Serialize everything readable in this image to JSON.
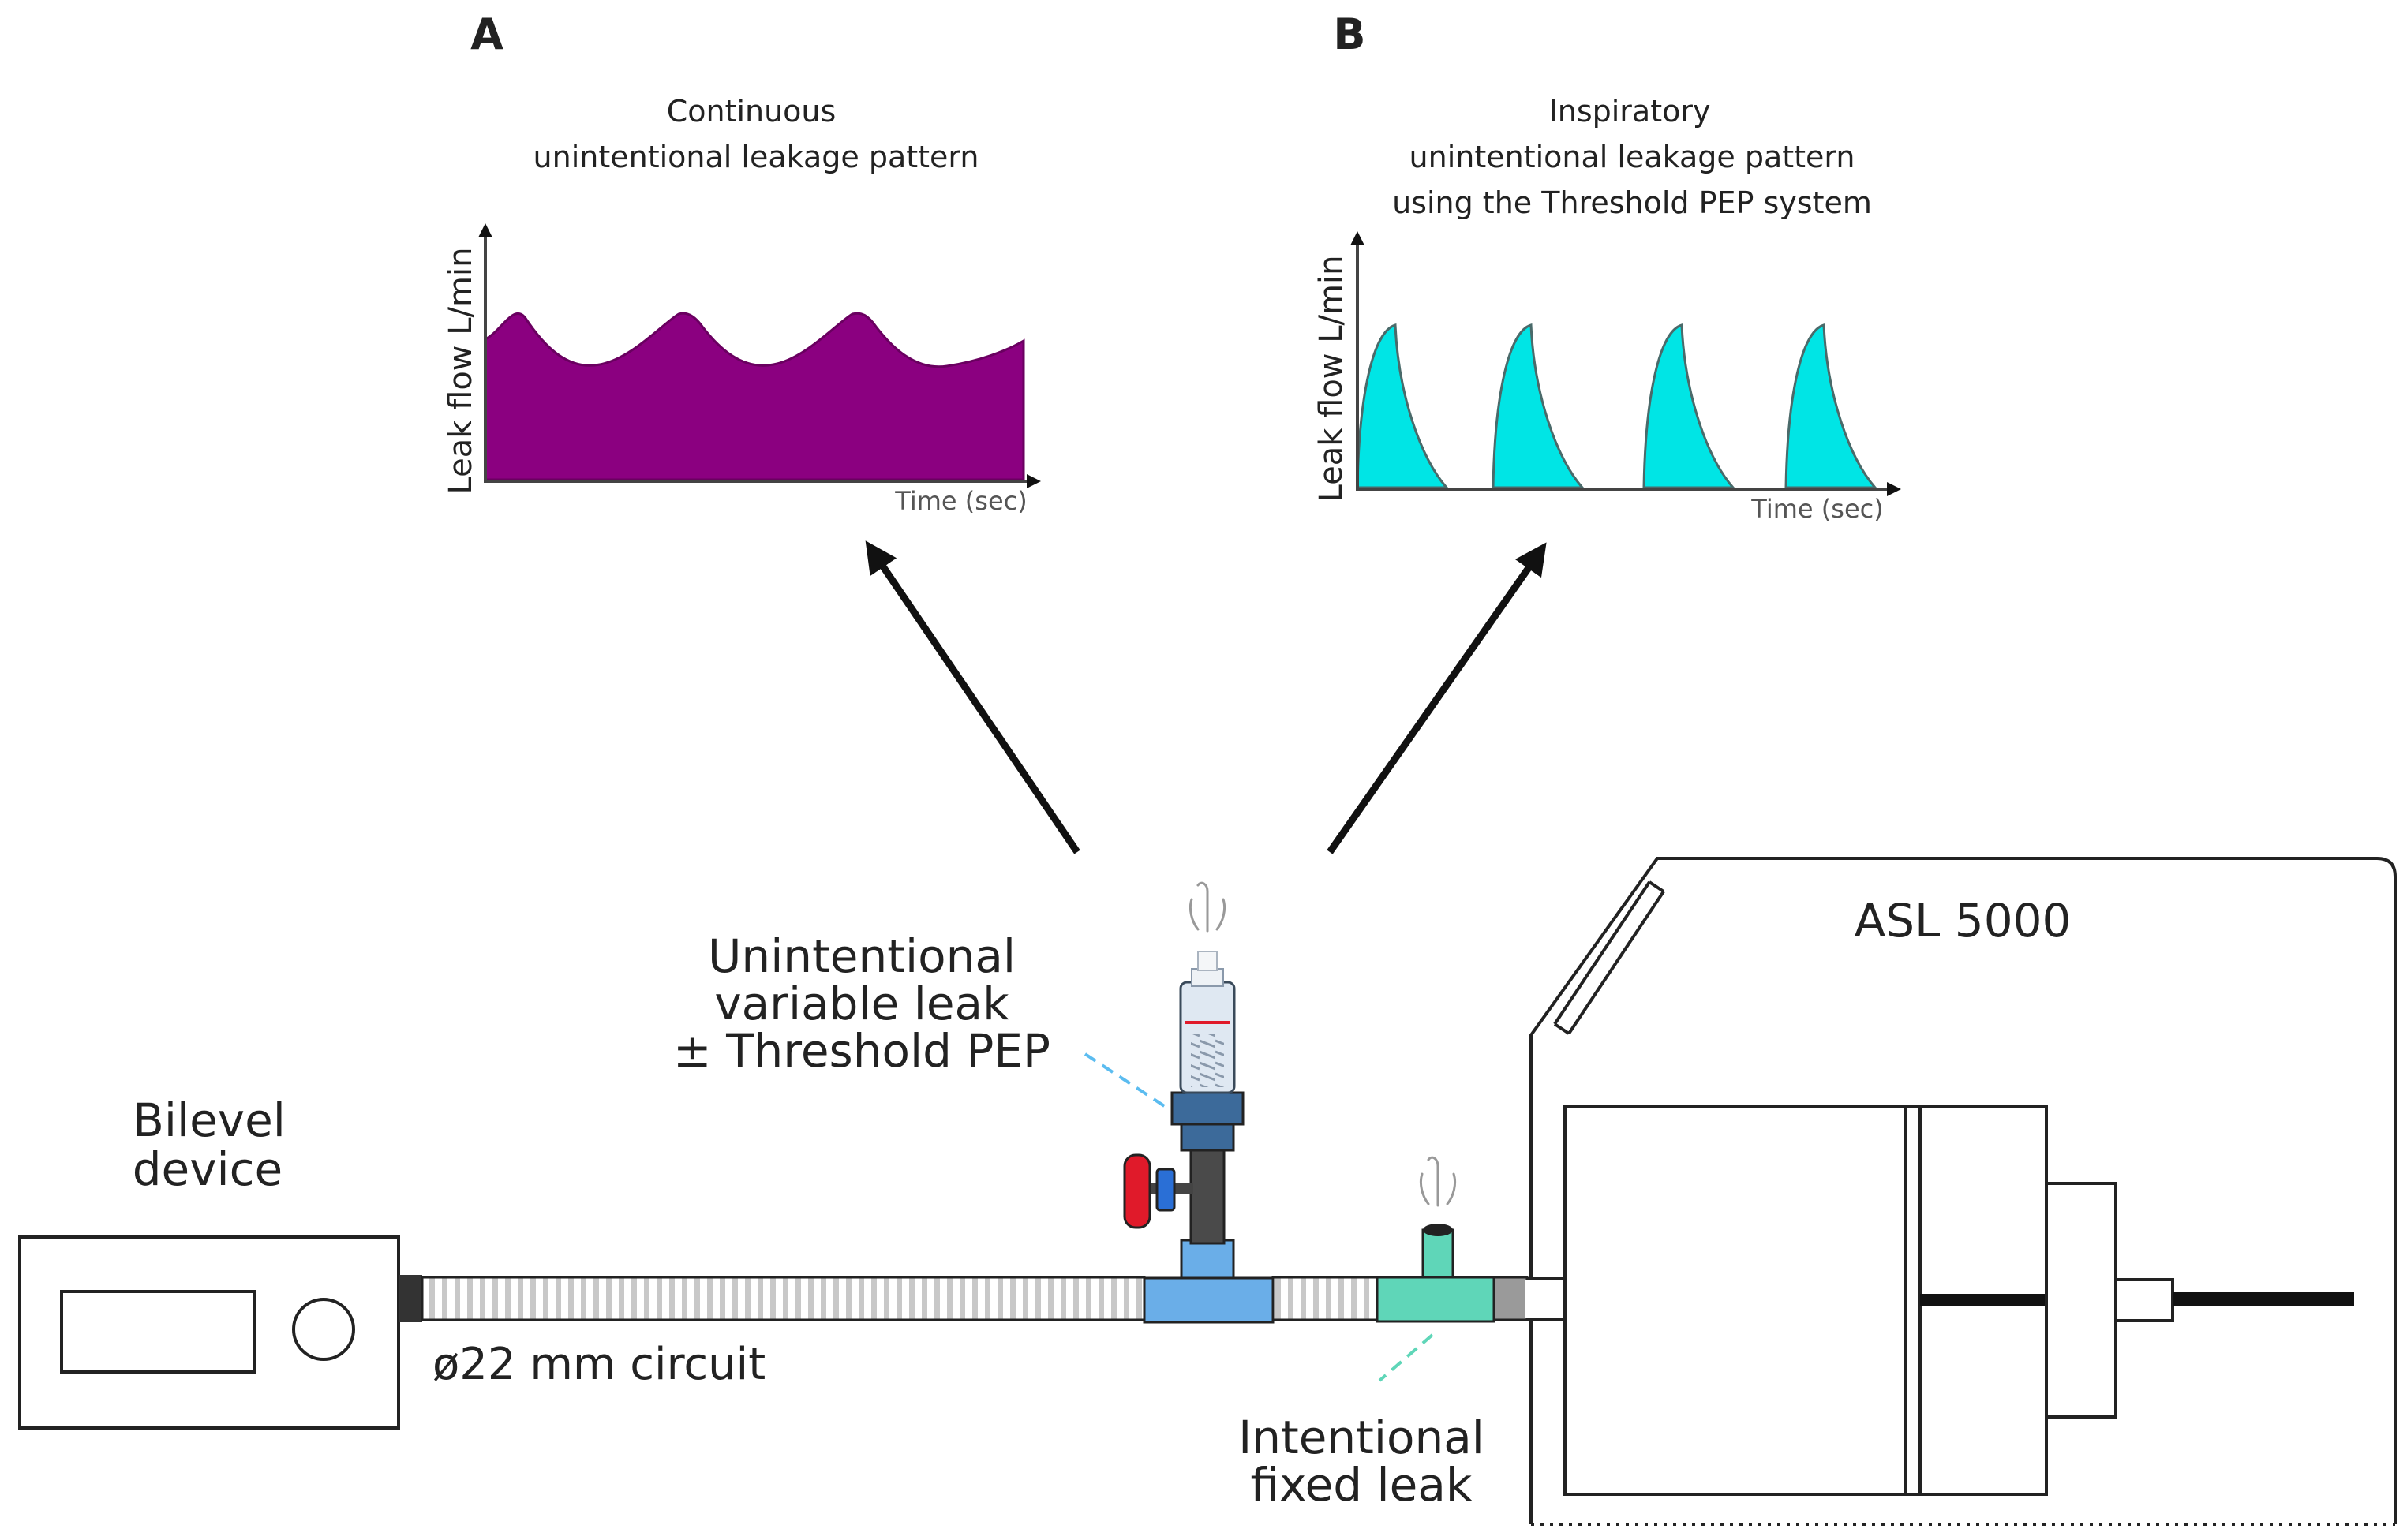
{
  "panels": {
    "a": {
      "letter": "A",
      "title_line1": "Continuous",
      "title_line2": "unintentional leakage pattern",
      "ylabel": "Leak flow L/min",
      "xlabel": "Time (sec)"
    },
    "b": {
      "letter": "B",
      "title_line1": "Inspiratory",
      "title_line2": "unintentional leakage pattern",
      "title_line3": "using the Threshold PEP system",
      "ylabel": "Leak flow L/min",
      "xlabel": "Time (sec)"
    }
  },
  "labels": {
    "bilevel_line1": "Bilevel",
    "bilevel_line2": "device",
    "circuit": "ø22 mm circuit",
    "variable_leak_line1": "Unintentional",
    "variable_leak_line2": "variable leak",
    "variable_leak_line3": "± Threshold PEP",
    "fixed_leak_line1": "Intentional",
    "fixed_leak_line2": "fixed leak",
    "asl": "ASL 5000"
  },
  "colors": {
    "panel_a_fill": "#8b0080",
    "panel_b_fill": "#00e5e5",
    "t_connector": "#6aaee8",
    "fixed_leak_connector": "#5fd6b8",
    "leader_line": "#5bbcf0",
    "valve_red": "#e01a2a",
    "valve_blue": "#2a6fd6",
    "threshold_cap": "#3c6a9a"
  }
}
